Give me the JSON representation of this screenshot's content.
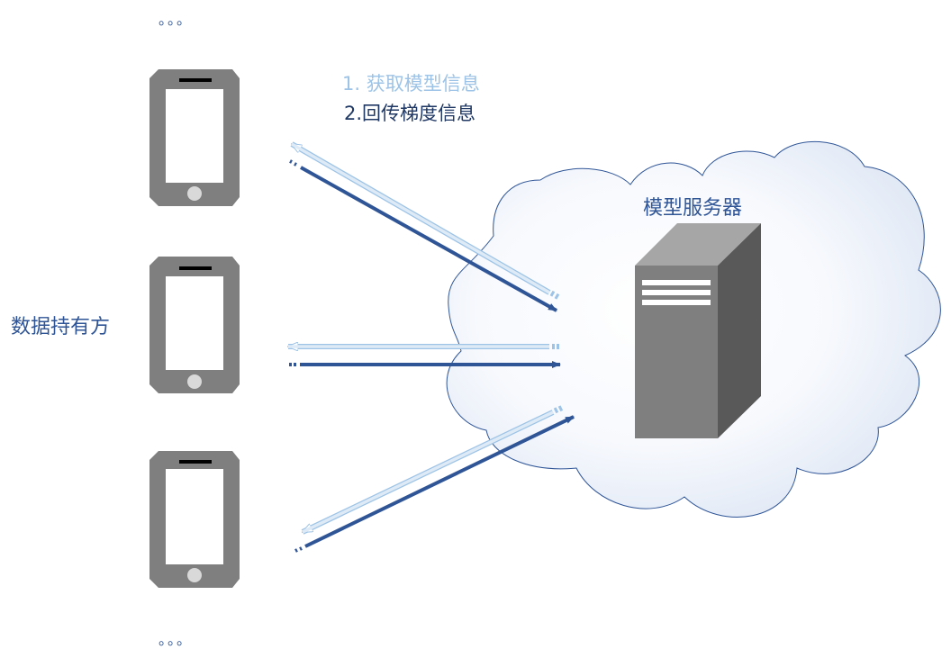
{
  "labels": {
    "step1": "1. 获取模型信息",
    "step2": "2.回传梯度信息",
    "server": "模型服务器",
    "data_holder": "数据持有方"
  },
  "ellipsis_top": "。。。",
  "ellipsis_bottom": "。。。",
  "colors": {
    "fetch_arrow": "#bdd7ee",
    "return_arrow": "#2f5597",
    "cloud_stroke": "#2f5597",
    "phone_body": "#7f7f7f",
    "server_front": "#7f7f7f"
  }
}
